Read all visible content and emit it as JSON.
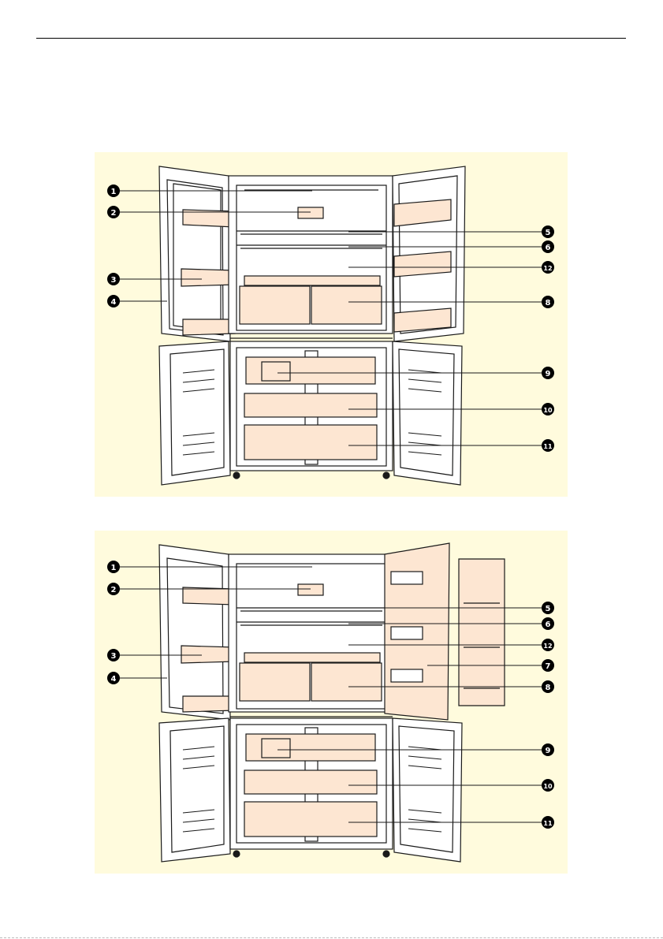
{
  "diagrams": [
    {
      "callouts_left": [
        {
          "label": "1",
          "kind": "ceiling-light"
        },
        {
          "label": "2",
          "kind": "control-panel"
        },
        {
          "label": "3",
          "kind": "door-bin"
        },
        {
          "label": "4",
          "kind": "door-gasket"
        }
      ],
      "callouts_right": [
        {
          "label": "5",
          "kind": "glass-shelf-upper"
        },
        {
          "label": "6",
          "kind": "glass-shelf-lower"
        },
        {
          "label": "12",
          "kind": "crisper-cover"
        },
        {
          "label": "8",
          "kind": "crisper-drawer"
        },
        {
          "label": "9",
          "kind": "freezer-ice-tray"
        },
        {
          "label": "10",
          "kind": "freezer-drawer-middle"
        },
        {
          "label": "11",
          "kind": "freezer-drawer-bottom"
        }
      ]
    },
    {
      "callouts_left": [
        {
          "label": "1",
          "kind": "ceiling-light"
        },
        {
          "label": "2",
          "kind": "control-panel"
        },
        {
          "label": "3",
          "kind": "door-bin"
        },
        {
          "label": "4",
          "kind": "door-gasket"
        }
      ],
      "callouts_right": [
        {
          "label": "5",
          "kind": "glass-shelf-upper"
        },
        {
          "label": "6",
          "kind": "glass-shelf-lower"
        },
        {
          "label": "12",
          "kind": "crisper-cover"
        },
        {
          "label": "7",
          "kind": "door-in-door"
        },
        {
          "label": "8",
          "kind": "crisper-drawer"
        },
        {
          "label": "9",
          "kind": "freezer-ice-tray"
        },
        {
          "label": "10",
          "kind": "freezer-drawer-middle"
        },
        {
          "label": "11",
          "kind": "freezer-drawer-bottom"
        }
      ]
    }
  ],
  "colors": {
    "panel_bg": "#fffbdd",
    "interior_fill": "#fde6d2",
    "line": "#1a1a1a",
    "callout_fill": "#000000"
  }
}
